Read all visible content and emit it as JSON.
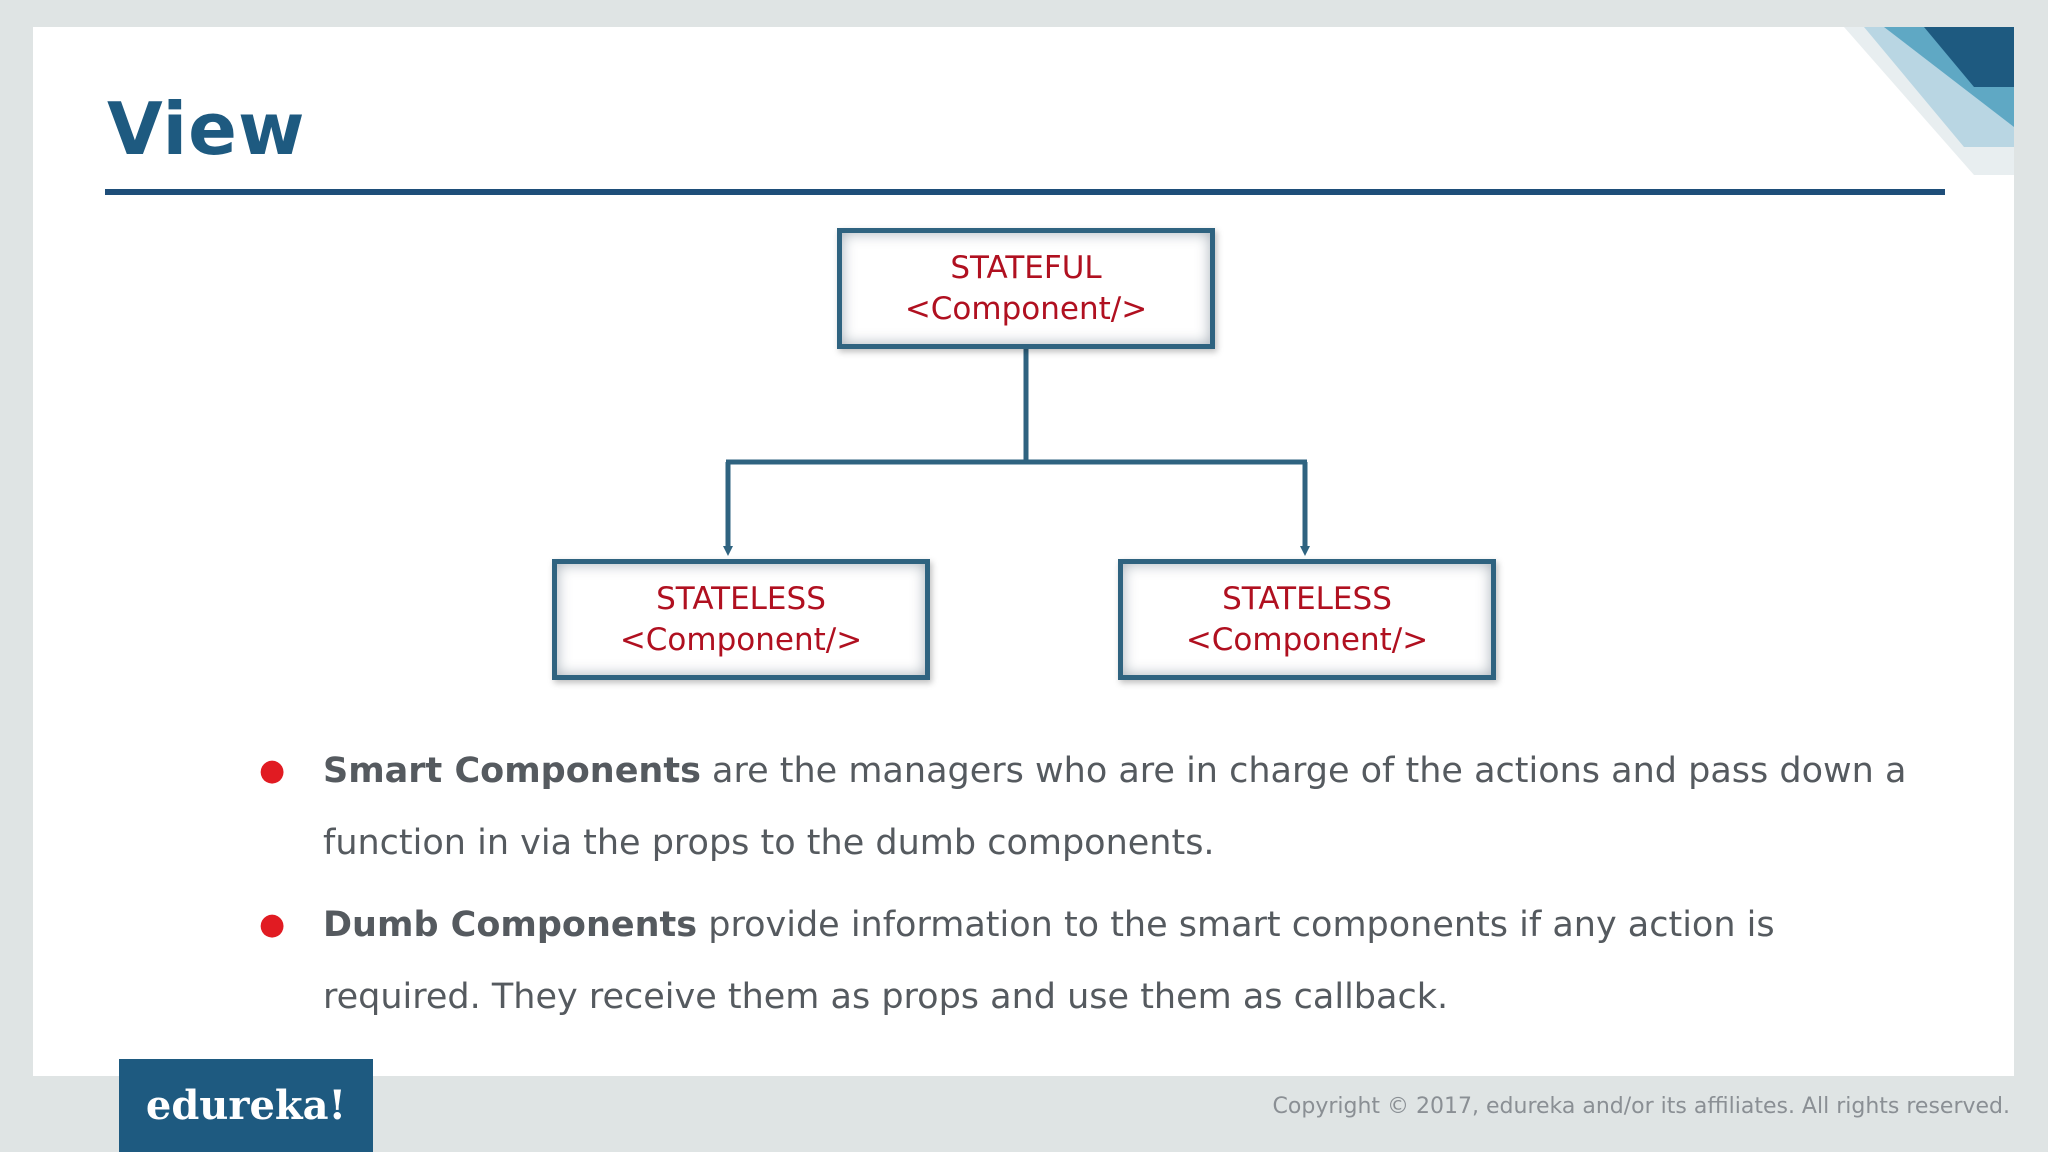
{
  "slide": {
    "title": "View",
    "diagram": {
      "root": {
        "line1": "STATEFUL",
        "line2": "<Component/>"
      },
      "children": [
        {
          "line1": "STATELESS",
          "line2": "<Component/>"
        },
        {
          "line1": "STATELESS",
          "line2": "<Component/>"
        }
      ]
    },
    "bullets": [
      {
        "bold": "Smart Components",
        "text": " are the managers who are in charge of the actions and pass down a function in via the props to the dumb components."
      },
      {
        "bold": "Dumb Components",
        "text": " provide information to the smart components if any action is required. They receive them as props and use them as callback."
      }
    ]
  },
  "footer": {
    "logo_text": "edureka!",
    "copyright": "Copyright © 2017, edureka and/or its affiliates. All rights reserved."
  },
  "colors": {
    "title": "#1e5a80",
    "rule": "#1e4e79",
    "box_border": "#2f6380",
    "box_text": "#b01020",
    "bullet_dot": "#e11b22",
    "logo_bg": "#1e5a80"
  }
}
